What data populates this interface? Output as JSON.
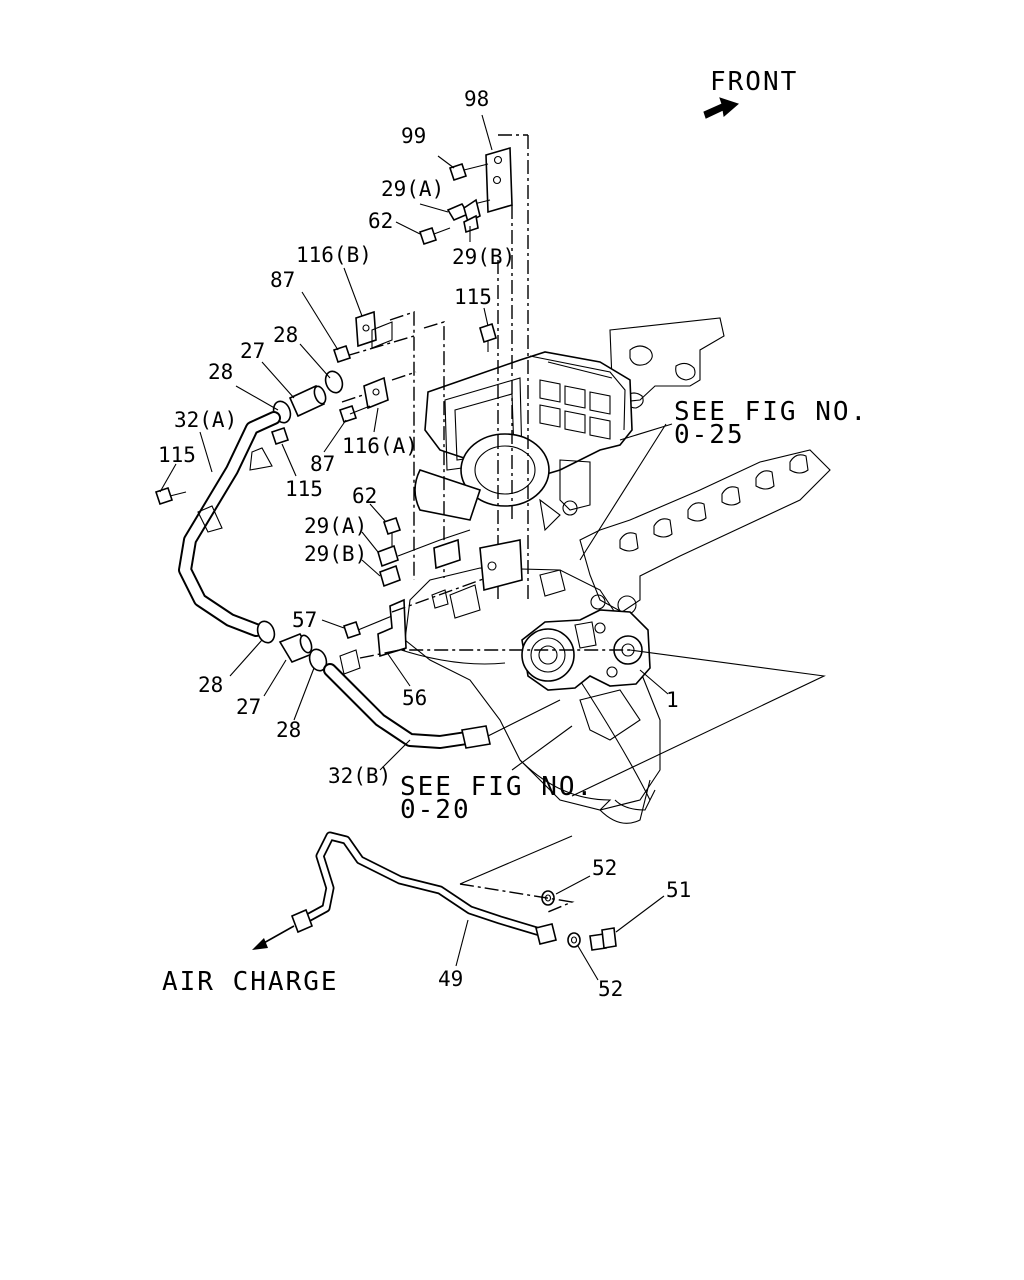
{
  "labels": {
    "front": "FRONT",
    "air_charge": "AIR CHARGE",
    "see_fig_1_line1": "SEE FIG NO.",
    "see_fig_1_line2": "0-25",
    "see_fig_2_line1": "SEE FIG NO.",
    "see_fig_2_line2": "0-20"
  },
  "callouts": [
    "98",
    "99",
    "29(A)",
    "62",
    "29(B)",
    "116(B)",
    "87",
    "28",
    "27",
    "28",
    "115",
    "32(A)",
    "115",
    "115",
    "87",
    "116(A)",
    "62",
    "29(A)",
    "29(B)",
    "57",
    "1",
    "28",
    "27",
    "28",
    "56",
    "32(B)",
    "52",
    "51",
    "49",
    "52"
  ]
}
